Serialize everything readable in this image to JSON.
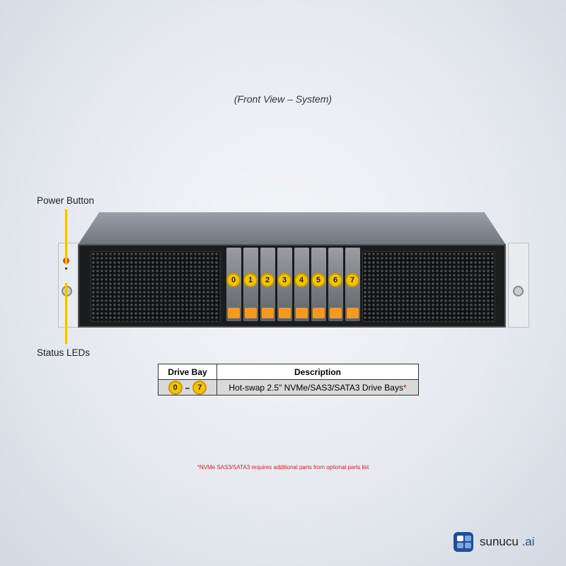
{
  "subtitle": "(Front View – System)",
  "callouts": {
    "power_button": "Power Button",
    "status_leds": "Status LEDs"
  },
  "bays": [
    "0",
    "1",
    "2",
    "3",
    "4",
    "5",
    "6",
    "7"
  ],
  "table": {
    "headers": [
      "Drive Bay",
      "Description"
    ],
    "row": {
      "bay_from": "0",
      "bay_to": "7",
      "dash": "–",
      "description": "Hot-swap 2.5\" NVMe/SAS3/SATA3 Drive Bays",
      "asterisk": "*"
    }
  },
  "note": "*NVMe SAS3/SATA3 requires additional parts from optional parts list",
  "brand": {
    "name": "sunucu",
    "tld": ".ai"
  },
  "colors": {
    "badge": "#f5c400",
    "latch": "#f49a1f",
    "callout_line": "#f2c200",
    "note": "#dd2222",
    "brand": "#1d4f9c"
  }
}
